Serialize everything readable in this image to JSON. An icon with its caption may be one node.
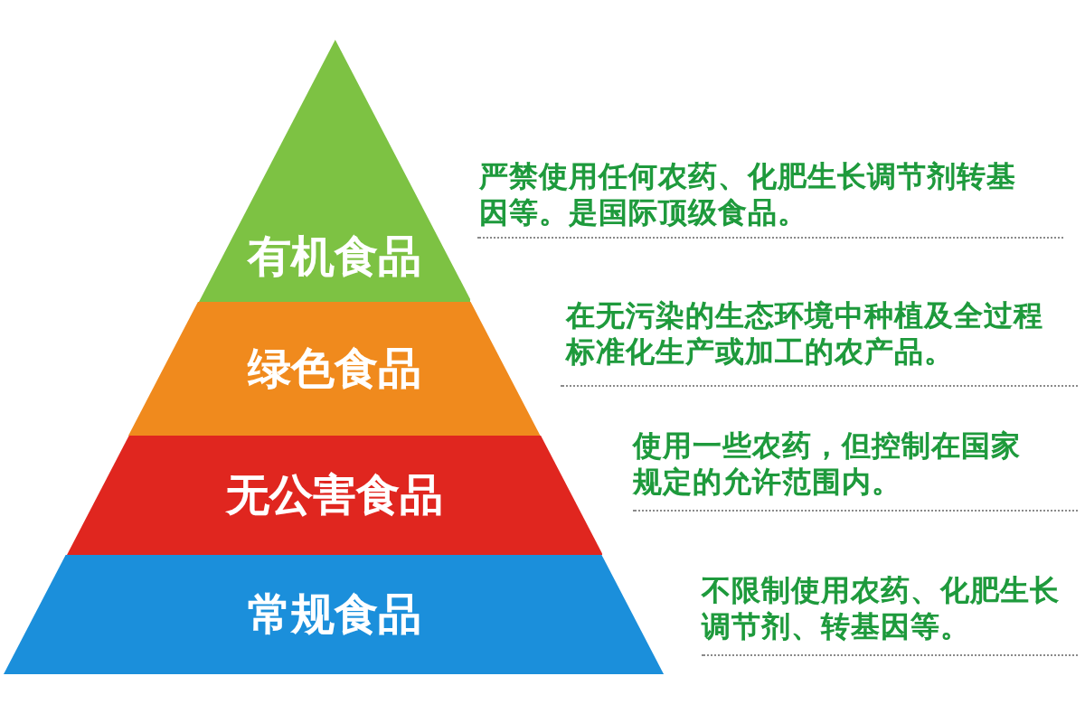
{
  "diagram": {
    "nodes": [
      {
        "text": [
          "有机食品"
        ],
        "beside": [
          "严禁使用任何农药、化肥生长调节剂转基因等。是国际顶级食品。"
        ]
      },
      {
        "text": [
          "绿色食品"
        ],
        "beside": [
          "在无污染的生态环境中种植及全过程标准化生产或加工的农产品。"
        ]
      },
      {
        "text": [
          "无公害食品"
        ],
        "beside": [
          "使用一些农药，但控制在国家规定的允许范围内。"
        ]
      },
      {
        "text": [
          "常规食品"
        ],
        "beside": [
          "不限制使用农药、化肥生长调节剂、转基因等。"
        ]
      }
    ]
  }
}
